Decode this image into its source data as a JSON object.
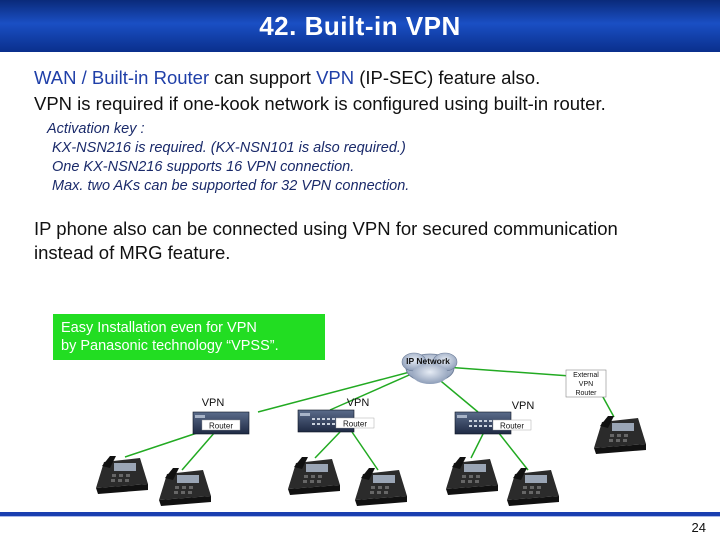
{
  "slide": {
    "title": "42. Built-in VPN",
    "page_number": "24"
  },
  "intro": {
    "line1_part1": "WAN / Built-in Router",
    "line1_part2": " can support ",
    "line1_part3": "VPN",
    "line1_part4": " (IP-SEC) feature also.",
    "line2": "VPN is required if one-kook network is configured using built-in router."
  },
  "activation": {
    "heading": "Activation key :",
    "lines": [
      "KX-NSN216 is required. (KX-NSN101 is also required.)",
      "One KX-NSN216 supports 16 VPN connection.",
      "Max. two AKs can be supported for 32 VPN connection."
    ]
  },
  "ip_phone": {
    "line1": "IP phone also can be connected using VPN for secured communication",
    "line2": "instead of MRG feature."
  },
  "callout": {
    "line1": "Easy Installation even for VPN",
    "line2": "by Panasonic technology “VPSS”."
  },
  "diagram": {
    "cloud_label": "IP Network",
    "vpn_labels": [
      "VPN",
      "VPN",
      "VPN"
    ],
    "router_labels": [
      "Router",
      "Router",
      "Router"
    ],
    "external_router": [
      "External",
      "VPN",
      "Router"
    ]
  },
  "colors": {
    "title_bar": "#1a4fc4",
    "accent_blue": "#1f3fa8",
    "callout_green": "#22dd22",
    "link_line": "#22aa22"
  }
}
